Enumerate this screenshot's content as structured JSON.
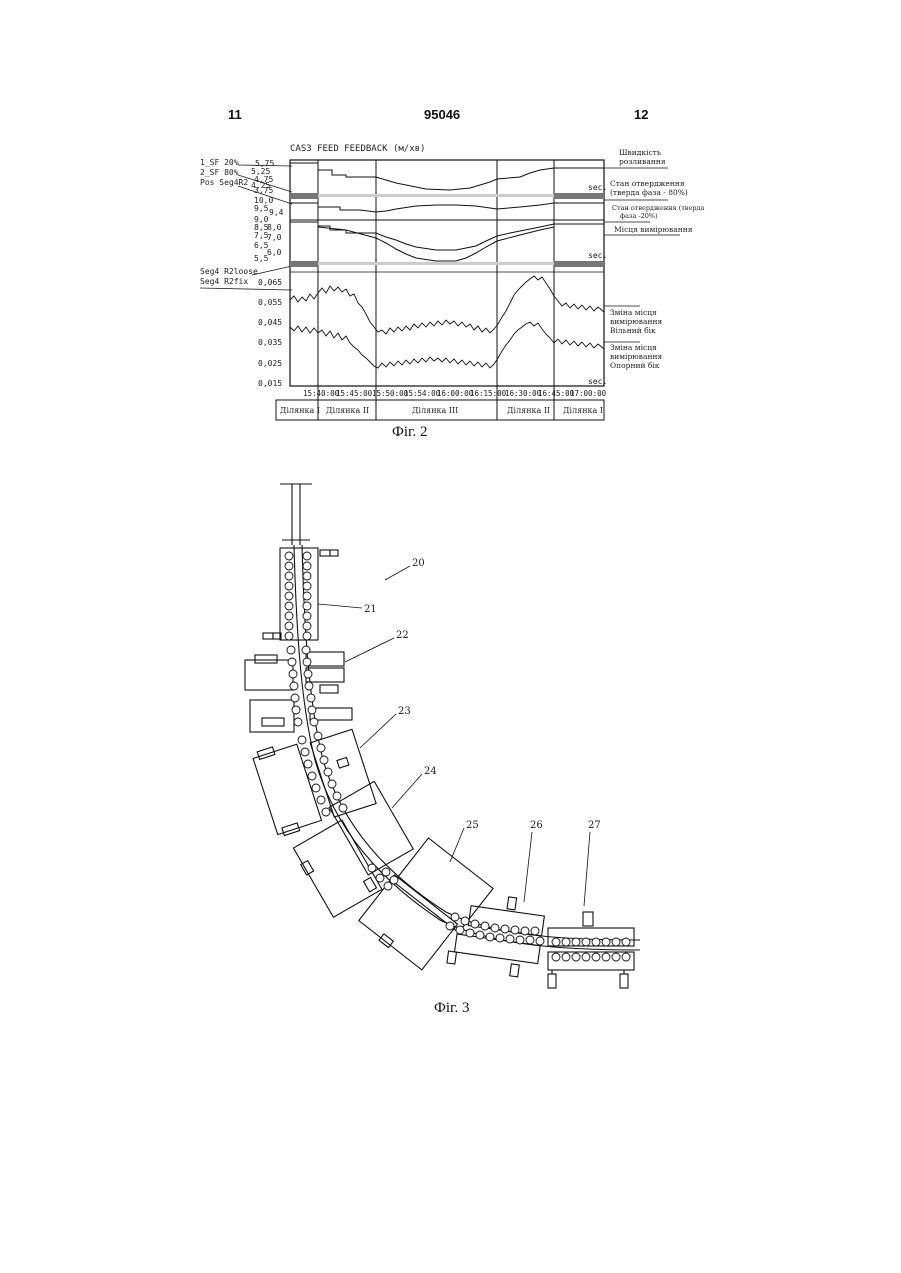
{
  "header": {
    "left_page": "11",
    "center_number": "95046",
    "right_page": "12"
  },
  "fig2": {
    "caption": "Фіг. 2",
    "chart_title": "CAS3 FEED FEEDBACK (м/хв)",
    "left_legend": [
      "1_SF 20%",
      "2_SF 80%",
      "Pos Seg4R2",
      "Seg4 R2loose",
      "Seg4 R2fix"
    ],
    "y_ticks_top": [
      "5,75",
      "5,25",
      "4,75",
      "4,25",
      "3,75",
      "10,0",
      "9,5",
      "9,4",
      "9,0",
      "8,5",
      "8,0",
      "7,5",
      "7,0",
      "6,5",
      "6,0",
      "5,5"
    ],
    "y_ticks_bottom": [
      "0,065",
      "0,055",
      "0,045",
      "0,035",
      "0,025",
      "0,015"
    ],
    "x_ticks": [
      "15:40:00",
      "15:45:00",
      "15:50:00",
      "15:54:00",
      "16:00:00",
      "16:15:00",
      "16:30:00",
      "16:45:00",
      "17:00:00"
    ],
    "sec_labels": [
      "sec.",
      "sec.",
      "sec."
    ],
    "right_labels": [
      [
        "Швидкість",
        "розливання"
      ],
      [
        "Стан отвердження",
        "(тверда фаза - 80%)"
      ],
      [
        "Стан отвердження (тверда",
        "фаза -20%)"
      ],
      [
        "Місця вимірювання"
      ],
      [
        "Зміна місця",
        "вимірювання",
        "Вільний бік"
      ],
      [
        "Зміна місця",
        "вимірювання",
        "Опорний бік"
      ]
    ],
    "sections": [
      "Ділянка I",
      "Ділянка II",
      "Ділянка III",
      "Ділянка II",
      "Ділянка I"
    ]
  },
  "fig3": {
    "caption": "Фіг. 3",
    "labels": [
      "20",
      "21",
      "22",
      "23",
      "24",
      "25",
      "26",
      "27"
    ]
  }
}
